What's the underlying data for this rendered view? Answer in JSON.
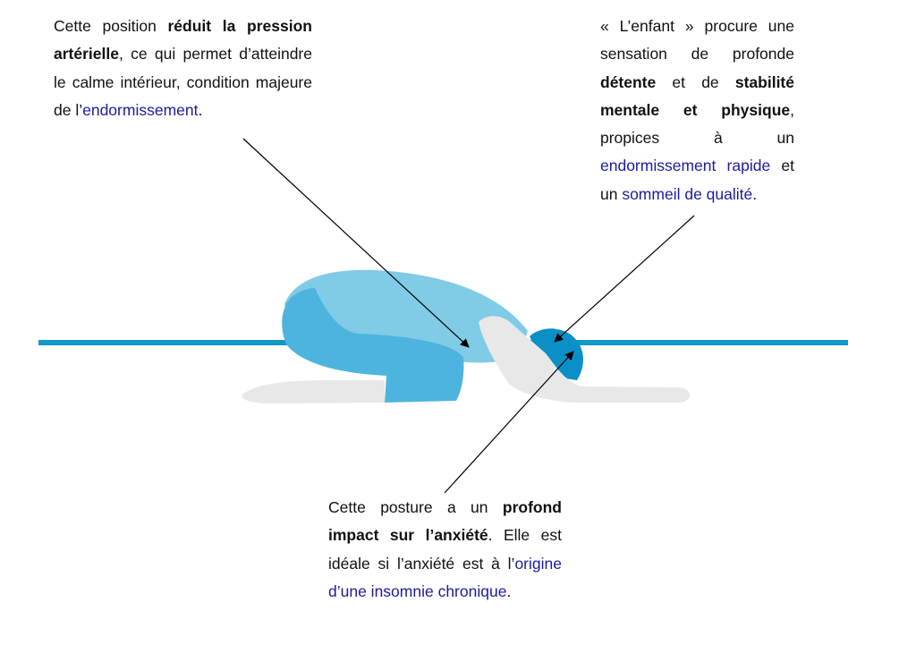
{
  "annotations": {
    "blood_pressure": {
      "s0": "Cette position ",
      "s1": "réduit la pression artérielle",
      "s2": ", ce qui permet d’atteindre le calme intérieur, condition majeure de l’",
      "s3": "endormissement",
      "s4": "."
    },
    "relaxation": {
      "s0": "« L’enfant » procure une sensation de profonde ",
      "s1": "détente",
      "s2": " et de ",
      "s3": "stabilité mentale et physique",
      "s4": ", propices à un ",
      "s5": "endormissement rapide",
      "s6": " et un ",
      "s7": "sommeil de qualité",
      "s8": "."
    },
    "anxiety": {
      "s0": "Cette posture a un ",
      "s1": "profond impact sur l’anxiété",
      "s2": ". Elle est idéale si l’anxiété est à l’",
      "s3": "origine d’une insomnie chronique",
      "s4": "."
    }
  },
  "colors": {
    "floor": "#1497c8",
    "torso": "#80cbe6",
    "legs": "#4db4de",
    "head": "#0a8fc6",
    "skin": "#e8e8e8",
    "link_text": "#1c1c9c"
  }
}
